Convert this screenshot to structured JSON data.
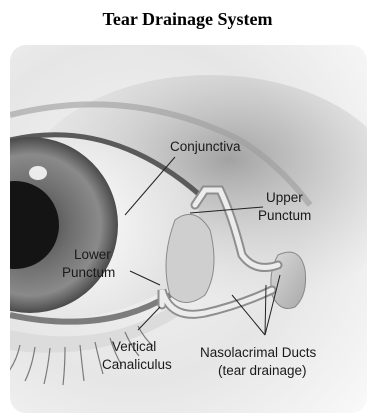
{
  "title": "Tear Drainage System",
  "labels": {
    "conjunctiva": "Conjunctiva",
    "upper_punctum_line1": "Upper",
    "upper_punctum_line2": "Punctum",
    "lower_punctum_line1": "Lower",
    "lower_punctum_line2": "Punctum",
    "vertical_canaliculus_line1": "Vertical",
    "vertical_canaliculus_line2": "Canaliculus",
    "nasolacrimal_line1": "Nasolacrimal Ducts",
    "nasolacrimal_line2": "(tear drainage)"
  }
}
